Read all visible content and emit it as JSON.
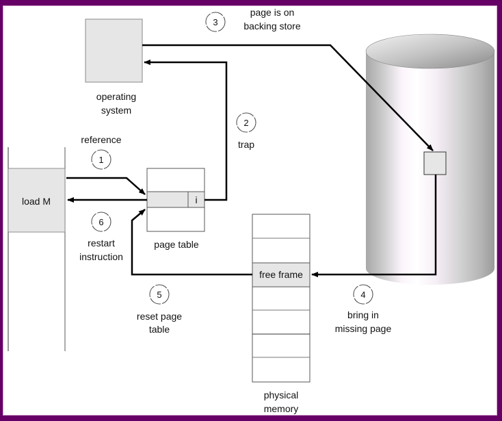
{
  "diagram": {
    "title": "Steps in handling a page fault",
    "components": {
      "program": {
        "instruction": "load M"
      },
      "operating_system": {
        "label_line1": "operating",
        "label_line2": "system"
      },
      "page_table": {
        "label": "page table",
        "invalid_bit": "i"
      },
      "physical_memory": {
        "label_line1": "physical",
        "label_line2": "memory",
        "free_frame": "free frame"
      },
      "backing_store": {
        "shape": "cylinder"
      }
    },
    "steps": [
      {
        "number": "1",
        "text_line1": "reference",
        "text_line2": ""
      },
      {
        "number": "2",
        "text_line1": "trap",
        "text_line2": ""
      },
      {
        "number": "3",
        "text_line1": "page is on",
        "text_line2": "backing store"
      },
      {
        "number": "4",
        "text_line1": "bring in",
        "text_line2": "missing page"
      },
      {
        "number": "5",
        "text_line1": "reset page",
        "text_line2": "table"
      },
      {
        "number": "6",
        "text_line1": "restart",
        "text_line2": "instruction"
      }
    ],
    "colors": {
      "frame": "#660066",
      "box_fill": "#e6e6e6",
      "line": "#000000"
    }
  }
}
